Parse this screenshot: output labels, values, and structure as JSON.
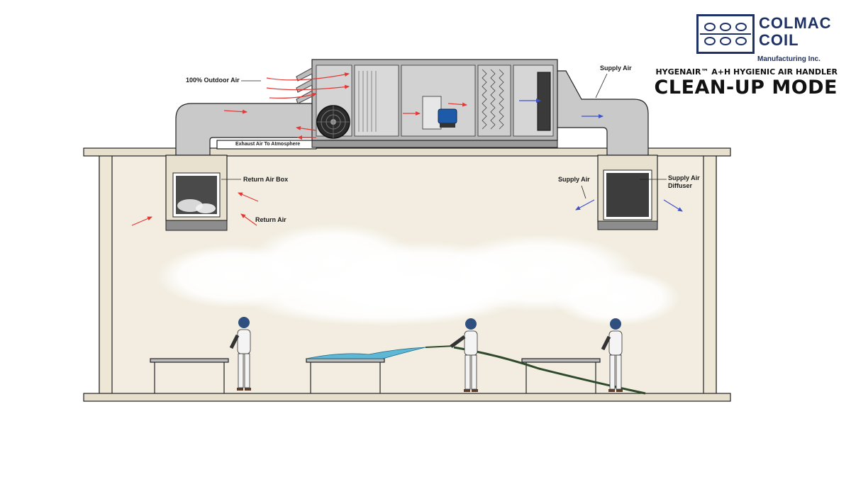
{
  "brand": {
    "word1": "COLMAC",
    "word2": "COIL",
    "sub": "Manufacturing Inc.",
    "color": "#1e3266"
  },
  "heading": {
    "product": "HYGENAIR™ A+H HYGIENIC AIR HANDLER",
    "mode": "CLEAN-UP MODE"
  },
  "labels": {
    "outdoor_air": "100% Outdoor Air",
    "supply_air_top": "Supply Air",
    "exhaust_air": "Exhaust Air To Atmosphere",
    "return_air_box": "Return Air Box",
    "return_air": "Return Air",
    "supply_air_room": "Supply Air",
    "supply_air_diffuser": "Supply Air Diffuser"
  },
  "colors": {
    "room_wall": "#f2ede0",
    "duct": "#c9c9c9",
    "unit_casing": "#b5b5b5",
    "return_arrow": "#e53935",
    "supply_arrow": "#3f51c8",
    "coverall": "#f4f4f4",
    "water": "#5fb7d6"
  },
  "icons": {
    "fan": "fan-icon",
    "motor": "motor-icon",
    "filter": "filter-icon",
    "worker": "worker-icon",
    "table": "table-icon",
    "hose": "hose-icon"
  }
}
